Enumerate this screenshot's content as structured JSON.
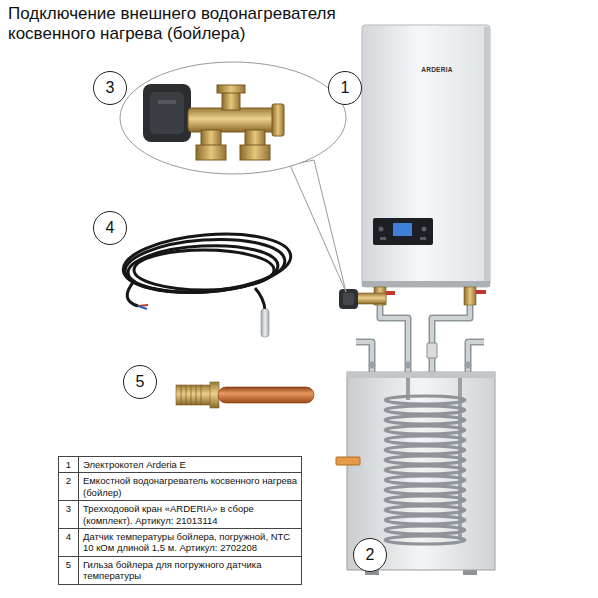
{
  "diagram": {
    "title": "Подключение внешнего водонагревателя косвенного нагрева (бойлера)",
    "nodes": [
      {
        "text": [
          "3"
        ]
      },
      {
        "text": [
          "1"
        ]
      },
      {
        "text": [
          "4"
        ]
      },
      {
        "text": [
          "5"
        ]
      },
      {
        "text": [
          "2"
        ]
      }
    ],
    "labels": [
      "ARDERIA",
      "1",
      "Электрокотел Arderia E",
      "2",
      "Емкостной водонагреватель косвенного нагрева (бойлер)",
      "3",
      "Трехходовой кран «ARDERIA» в сборе (комплект). Артикул: 21013114",
      "4",
      "Датчик температуры бойлера, погружной, NTC 10 кОм длиной 1,5 м. Артикул: 2702208",
      "5",
      "Гильза бойлера для погружного датчика температуры"
    ]
  }
}
